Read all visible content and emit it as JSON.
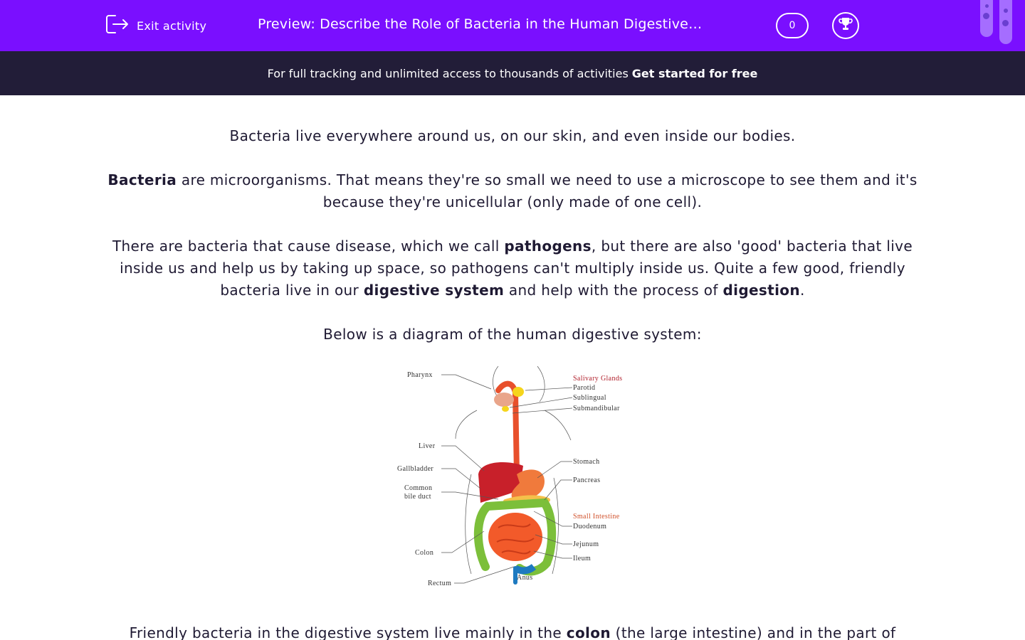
{
  "header": {
    "exit_label": "Exit activity",
    "title": "Preview: Describe the Role of Bacteria in the Human Digestive System",
    "score": "0",
    "icons": [
      "exit-icon",
      "trophy-icon"
    ]
  },
  "banner": {
    "text": "For full tracking and unlimited access to thousands of activities",
    "cta": "Get started for free"
  },
  "content": {
    "p1": "Bacteria live everywhere around us, on our skin, and even inside our bodies.",
    "p2": {
      "bold": "Bacteria",
      "rest": " are microorganisms. That means they're so small we need to use a microscope to see them and it's because they're unicellular (only made of one cell)."
    },
    "p3": {
      "a": "There are bacteria that cause disease, which we call ",
      "b1": "pathogens",
      "c": ", but there are also 'good' bacteria that live inside us and help us by taking up space, so pathogens can't multiply inside us. Quite a few good, friendly bacteria live in our ",
      "b2": "digestive system",
      "d": " and help with the process of ",
      "b3": "digestion",
      "e": "."
    },
    "p4": "Below is a diagram of the human digestive system:",
    "p5": {
      "a": "Friendly bacteria in the digestive system live mainly in the ",
      "b1": "colon",
      "c": " (the large intestine) and in the part of"
    }
  },
  "diagram": {
    "labels": {
      "pharynx": "Pharynx",
      "salivary_glands": "Salivary Glands",
      "parotid": "Parotid",
      "sublingual": "Sublingual",
      "submandibular": "Submandibular",
      "liver": "Liver",
      "gallbladder": "Gallbladder",
      "common_bile_1": "Common",
      "common_bile_2": "bile duct",
      "stomach": "Stomach",
      "pancreas": "Pancreas",
      "small_intestine": "Small Intestine",
      "duodenum": "Duodenum",
      "jejunum": "Jejunum",
      "ileum": "Ileum",
      "colon": "Colon",
      "rectum": "Rectum",
      "anus": "Anus"
    }
  },
  "colors": {
    "topbar": "#7a0fff",
    "banner": "#221d38",
    "text": "#1f1a33"
  }
}
